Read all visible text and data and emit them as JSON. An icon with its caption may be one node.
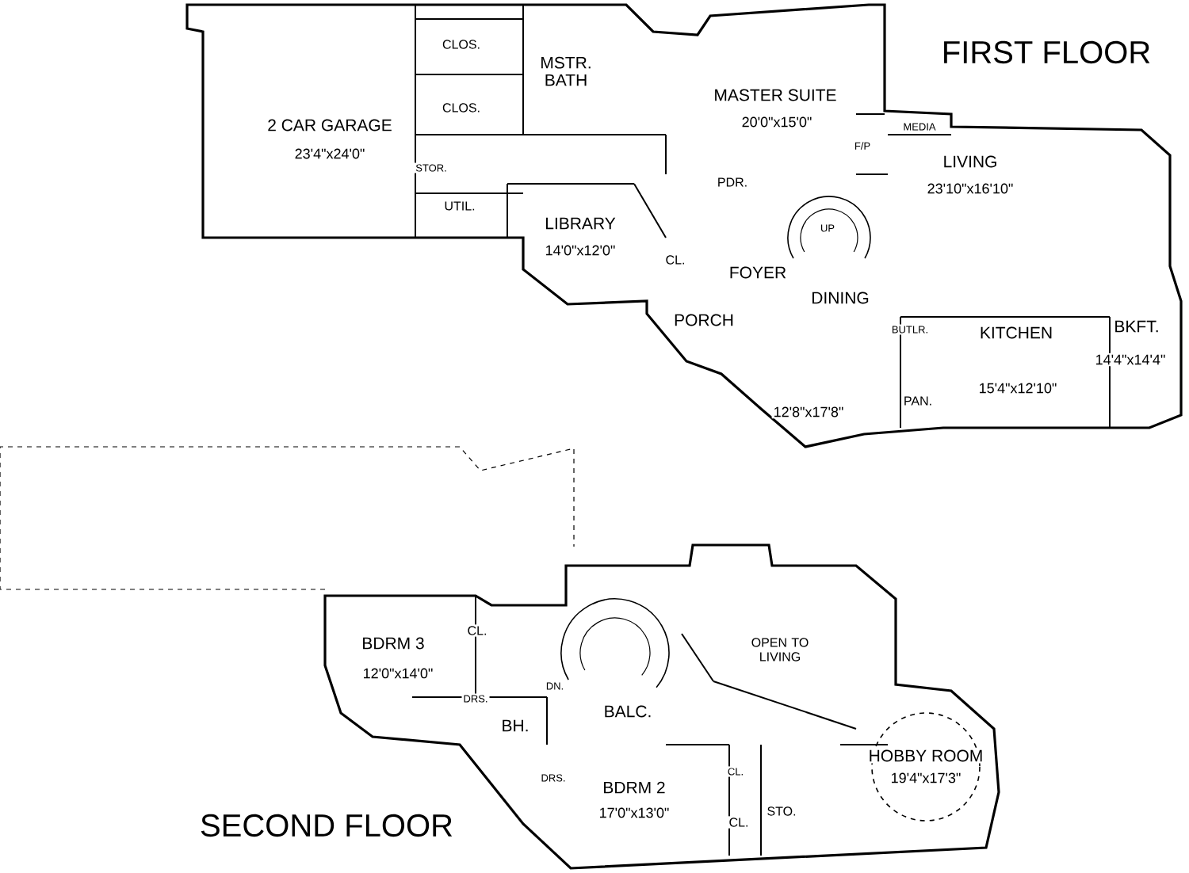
{
  "diagram": {
    "labels": [
      "FIRST FLOOR",
      "CLOS.",
      "MSTR. BATH",
      "MASTER SUITE",
      "20'0\"x15'0\"",
      "CLOS.",
      "2 CAR GARAGE",
      "23'4\"x24'0\"",
      "MEDIA",
      "F/P",
      "STOR.",
      "LIVING",
      "23'10\"x16'10\"",
      "PDR.",
      "UTIL.",
      "LIBRARY",
      "14'0\"x12'0\"",
      "UP",
      "CL.",
      "FOYER",
      "DINING",
      "PORCH",
      "BUTLR.",
      "KITCHEN",
      "BKFT.",
      "14'4\"x14'4\"",
      "15'4\"x12'10\"",
      "PAN.",
      "12'8\"x17'8\"",
      "BDRM 3",
      "CL.",
      "OPEN TO LIVING",
      "12'0\"x14'0\"",
      "DN.",
      "DRS.",
      "BH.",
      "BALC.",
      "HOBBY ROOM",
      "19'4\"x17'3\"",
      "DRS.",
      "BDRM 2",
      "CL.",
      "17'0\"x13'0\"",
      "CL.",
      "STO.",
      "SECOND FLOOR"
    ]
  }
}
